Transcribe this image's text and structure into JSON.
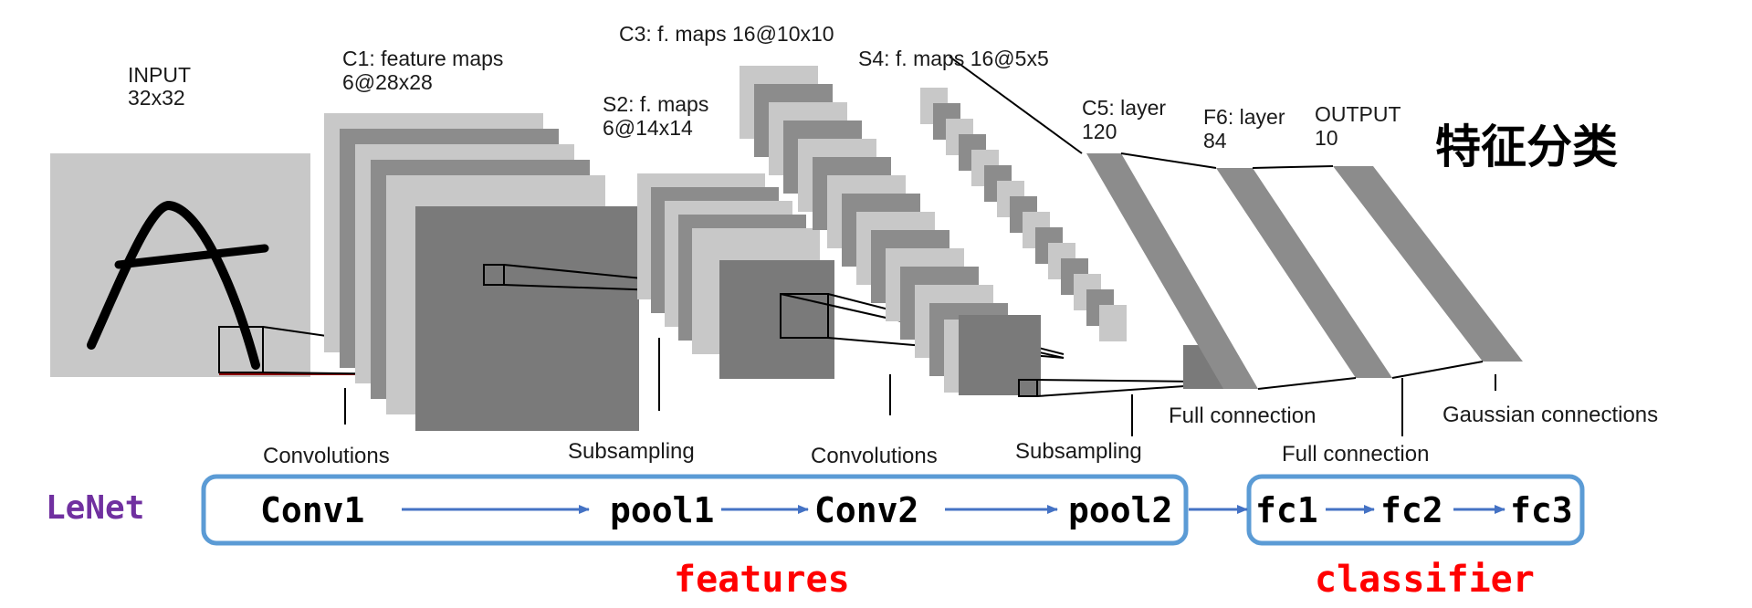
{
  "diagram": {
    "layer_labels": {
      "input": [
        "INPUT",
        "32x32"
      ],
      "c1": [
        "C1: feature maps",
        "6@28x28"
      ],
      "s2": [
        "S2: f. maps",
        "6@14x14"
      ],
      "c3": [
        "C3: f. maps 16@10x10"
      ],
      "s4": [
        "S4: f. maps 16@5x5"
      ],
      "c5": [
        "C5: layer",
        "120"
      ],
      "f6": [
        "F6: layer",
        "84"
      ],
      "output": [
        "OUTPUT",
        "10"
      ]
    },
    "operation_labels": {
      "conv1": "Convolutions",
      "sub1": "Subsampling",
      "conv2": "Convolutions",
      "sub2": "Subsampling",
      "full1": "Full connection",
      "full2": "Full connection",
      "gauss": "Gaussian connections"
    },
    "classify_heading": "特征分类"
  },
  "lenet": {
    "label": "LeNet",
    "features_modules": [
      "Conv1",
      "pool1",
      "Conv2",
      "pool2"
    ],
    "classifier_modules": [
      "fc1",
      "fc2",
      "fc3"
    ],
    "features_label": "features",
    "classifier_label": "classifier"
  },
  "colors": {
    "light_gray": "#c8c8c8",
    "mid_gray": "#8c8c8c",
    "dark_gray": "#7a7a7a",
    "box_blue": "#5b9bd5",
    "arrow_blue": "#4472c4",
    "lenet_purple": "#7030a0",
    "group_red": "#ff0000"
  }
}
